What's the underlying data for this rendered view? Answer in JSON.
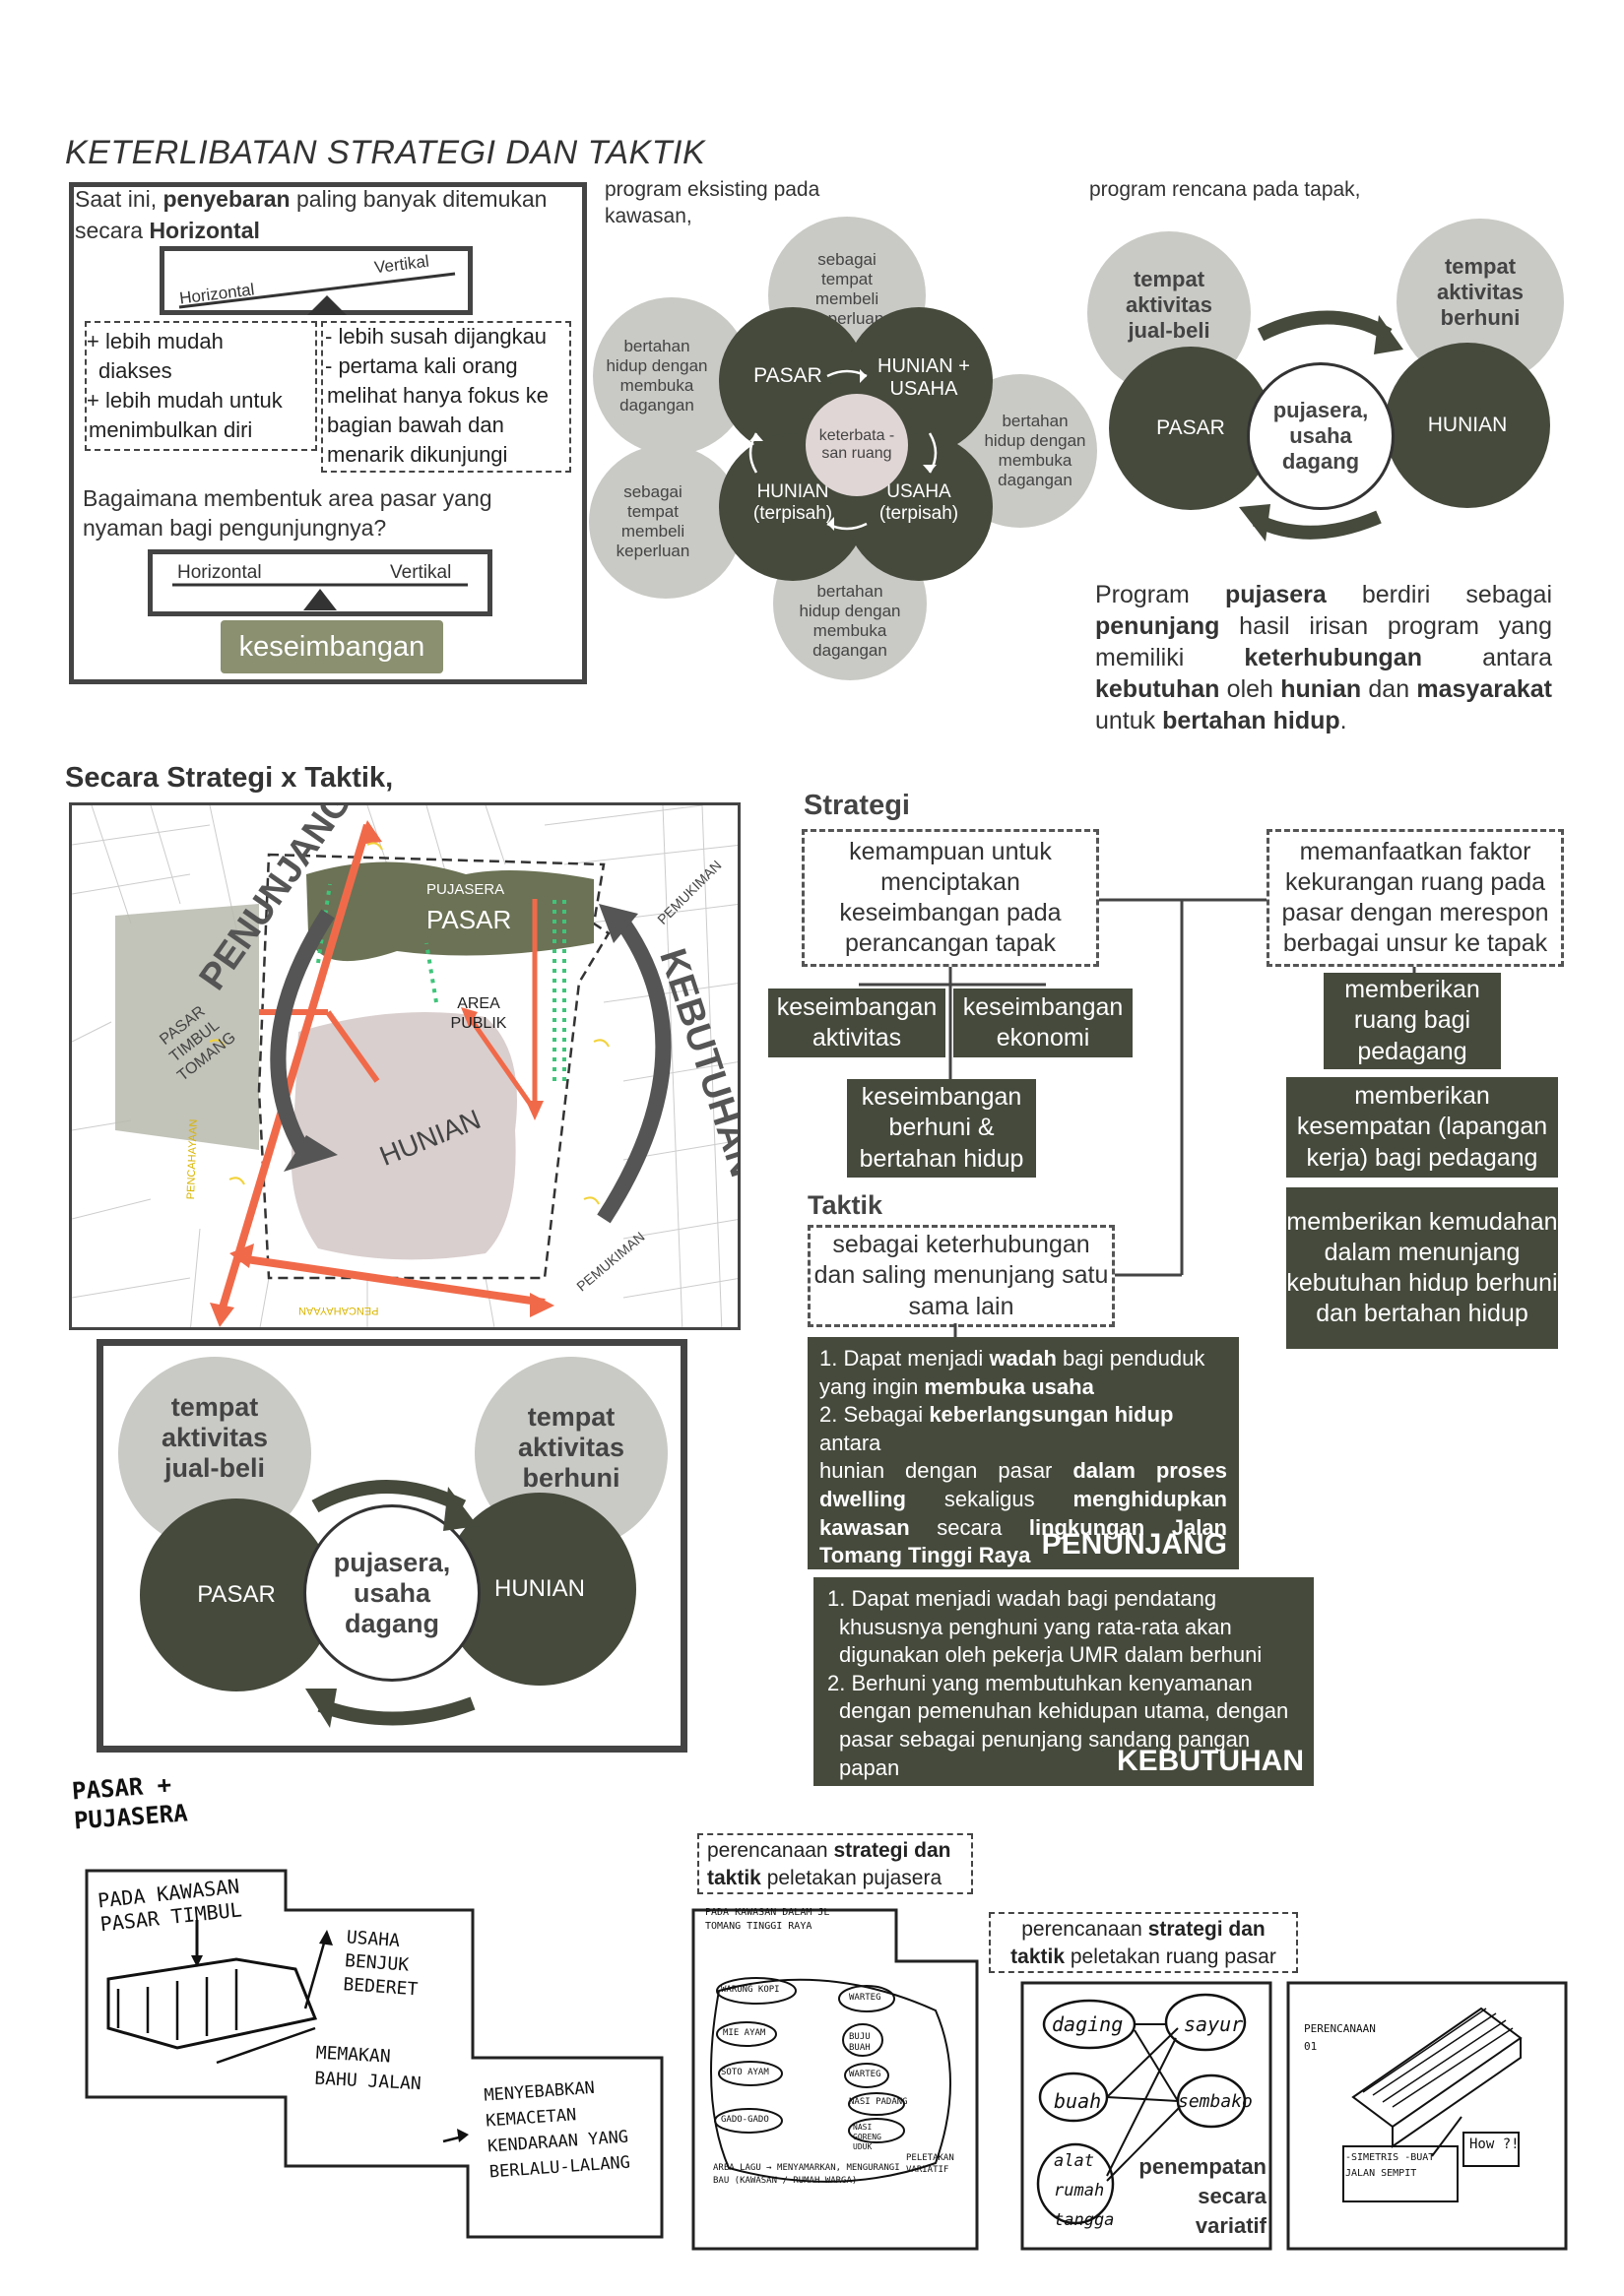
{
  "title": "KETERLIBATAN STRATEGI DAN TAKTIK",
  "intro": {
    "line1_pre": "Saat ini, ",
    "line1_bold": "penyebaran",
    "line1_post": " paling banyak ditemukan",
    "line2_pre": "secara ",
    "line2_bold": "Horizontal",
    "seesaw1_left": "Horizontal",
    "seesaw1_right": "Vertikal",
    "pros": [
      "+ lebih mudah",
      "diakses",
      "+ lebih mudah untuk",
      "menimbulkan diri"
    ],
    "cons": [
      "- lebih susah dijangkau",
      "- pertama kali orang",
      "melihat hanya fokus ke",
      "bagian bawah dan",
      "menarik dikunjungi"
    ],
    "question": [
      "Bagaimana membentuk area pasar yang",
      "nyaman bagi pengunjungnya?"
    ],
    "seesaw2_left": "Horizontal",
    "seesaw2_right": "Vertikal",
    "balance_label": "keseimbangan"
  },
  "existing": {
    "caption": [
      "program eksisting pada",
      "kawasan,"
    ],
    "petal_top": "sebagai tempat membeli keperluan",
    "petal_left": "bertahan hidup dengan membuka dagangan",
    "petal_right": "bertahan hidup dengan membuka dagangan",
    "petal_bottom_left": "sebagai tempat membeli keperluan",
    "petal_bottom": "bertahan hidup dengan membuka dagangan",
    "q1": "PASAR",
    "q2": "HUNIAN + USAHA",
    "q3": "HUNIAN (terpisah)",
    "q4": "USAHA (terpisah)",
    "center": "keterbata -san ruang"
  },
  "planned": {
    "caption": "program rencana pada tapak,",
    "gray_left": "tempat aktivitas jual-beli",
    "gray_right": "tempat aktivitas berhuni",
    "dark_left": "PASAR",
    "dark_right": "HUNIAN",
    "middle": "pujasera, usaha dagang",
    "desc": [
      {
        "text": "Program ",
        "b": false
      },
      {
        "text": "pujasera",
        "b": true
      },
      {
        "text": " berdiri sebagai ",
        "b": false
      },
      {
        "text": "penunjang",
        "b": true
      },
      {
        "text": " hasil irisan program yang memiliki ",
        "b": false
      },
      {
        "text": "keterhubungan",
        "b": true
      },
      {
        "text": " antara ",
        "b": false
      },
      {
        "text": "kebutuhan",
        "b": true
      },
      {
        "text": " oleh ",
        "b": false
      },
      {
        "text": "hunian",
        "b": true
      },
      {
        "text": " dan ",
        "b": false
      },
      {
        "text": "masyarakat",
        "b": true
      },
      {
        "text": " untuk ",
        "b": false
      },
      {
        "text": "bertahan hidup",
        "b": true
      },
      {
        "text": ".",
        "b": false
      }
    ]
  },
  "section2_title": "Secara Strategi x Taktik,",
  "map": {
    "pujasera": "PUJASERA",
    "pasar": "PASAR",
    "area_publik": "AREA PUBLIK",
    "hunian": "HUNIAN",
    "penunjang": "PENUNJANG",
    "kebutuhan": "KEBUTUHAN",
    "pasar_timbul": "PASAR TIMBUL TOMANG",
    "pemukiman1": "PEMUKIMAN",
    "pemukiman2": "PEMUKIMAN",
    "pencahayaan1": "PENCAHAYAAN",
    "pencahayaan2": "PENCAHAYAAN"
  },
  "venn2": {
    "gray_left": "tempat aktivitas jual-beli",
    "gray_right": "tempat aktivitas berhuni",
    "dark_left": "PASAR",
    "dark_right": "HUNIAN",
    "middle": "pujasera, usaha dagang"
  },
  "strategi": {
    "heading": "Strategi",
    "box1": "kemampuan untuk menciptakan keseimbangan pada perancangan tapak",
    "box2": "memanfaatkan faktor kekurangan ruang pada pasar dengan merespon berbagai unsur ke tapak",
    "k_aktivitas": "keseimbangan aktivitas",
    "k_ekonomi": "keseimbangan ekonomi",
    "k_berhuni": "keseimbangan berhuni & bertahan hidup",
    "r1": "memberikan ruang bagi pedagang",
    "r2": "memberikan kesempatan (lapangan kerja) bagi pedagang",
    "r3": "memberikan kemudahan dalam menunjang kebutuhan hidup berhuni dan bertahan hidup"
  },
  "taktik": {
    "heading": "Taktik",
    "box": "sebagai keterhubungan dan saling menunjang satu sama lain"
  },
  "penunjang_box": {
    "lines": [
      [
        {
          "text": "1. Dapat menjadi ",
          "b": false
        },
        {
          "text": "wadah",
          "b": true
        },
        {
          "text": " bagi penduduk",
          "b": false
        }
      ],
      [
        {
          "text": "yang ingin ",
          "b": false
        },
        {
          "text": "membuka usaha",
          "b": true
        }
      ],
      [
        {
          "text": "2. Sebagai ",
          "b": false
        },
        {
          "text": "keberlangsungan hidup",
          "b": true
        },
        {
          "text": " antara",
          "b": false
        }
      ],
      [
        {
          "text": "hunian dengan pasar ",
          "b": false
        },
        {
          "text": "dalam proses",
          "b": true
        }
      ],
      [
        {
          "text": "dwelling",
          "b": true
        },
        {
          "text": " sekaligus ",
          "b": false
        },
        {
          "text": "menghidupkan",
          "b": true
        }
      ],
      [
        {
          "text": "kawasan",
          "b": true
        },
        {
          "text": " secara ",
          "b": false
        },
        {
          "text": "lingkungan Jalan",
          "b": true
        }
      ],
      [
        {
          "text": "Tomang Tinggi Raya",
          "b": true
        }
      ]
    ],
    "label": "PENUNJANG"
  },
  "kebutuhan_box": {
    "lines": [
      "1. Dapat menjadi wadah bagi pendatang",
      "khususnya penghuni yang rata-rata akan",
      "digunakan oleh pekerja UMR dalam berhuni",
      "2. Berhuni yang membutuhkan kenyamanan",
      "dengan pemenuhan kehidupan utama, dengan",
      "pasar sebagai penunjang sandang pangan papan"
    ],
    "label": "KEBUTUHAN"
  },
  "sketch": {
    "pasar_pujasera": "PASAR + PUJASERA",
    "s1_title": "PADA KAWASAN PASAR TIMBUL",
    "s1_usaha": "USAHA BENJUK BEDERET",
    "s1_memakan": "MEMAKAN BAHU JALAN",
    "s1_menyebabkan": "MENYEBABKAN KEMACETAN KENDARAAN YANG BERLALU-LALANG",
    "plan_pujasera_pre": "perencanaan ",
    "plan_pujasera_b1": "strategi dan",
    "plan_pujasera_b2": "taktik",
    "plan_pujasera_post": " peletakan pujasera",
    "plan_pasar_pre": "perencanaan ",
    "plan_pasar_b1": "strategi dan",
    "plan_pasar_b2": "taktik",
    "plan_pasar_post": " peletakan ruang pasar",
    "s2_head": "PADA KAWASAN DALAM JL TOMANG TINGGI RAYA",
    "s2_items": [
      "WARUNG KOPI",
      "WARTEG",
      "MIE AYAM",
      "BUJU BUAH",
      "WARTEG",
      "NASI PADANG",
      "GADO-GADO",
      "NASI GORENG UDUK",
      "SOTO AYAM"
    ],
    "s2_foot": "AREA LAGU → MENYAMARKAN, MENGURANGI BAU (KAWASAN / RUMAH WARGA)",
    "s2_peletakan": "PELETAKAN VARIATIF",
    "s3_words": [
      "daging",
      "sayur",
      "buah",
      "sembako",
      "alat rumah tangga"
    ],
    "s3_label": "penempatan secara variatif",
    "s4_title": "PERENCANAAN 01",
    "s4_note": "-SIMETRIS -BUAT JALAN SEMPIT",
    "s4_how": "How ?!"
  }
}
